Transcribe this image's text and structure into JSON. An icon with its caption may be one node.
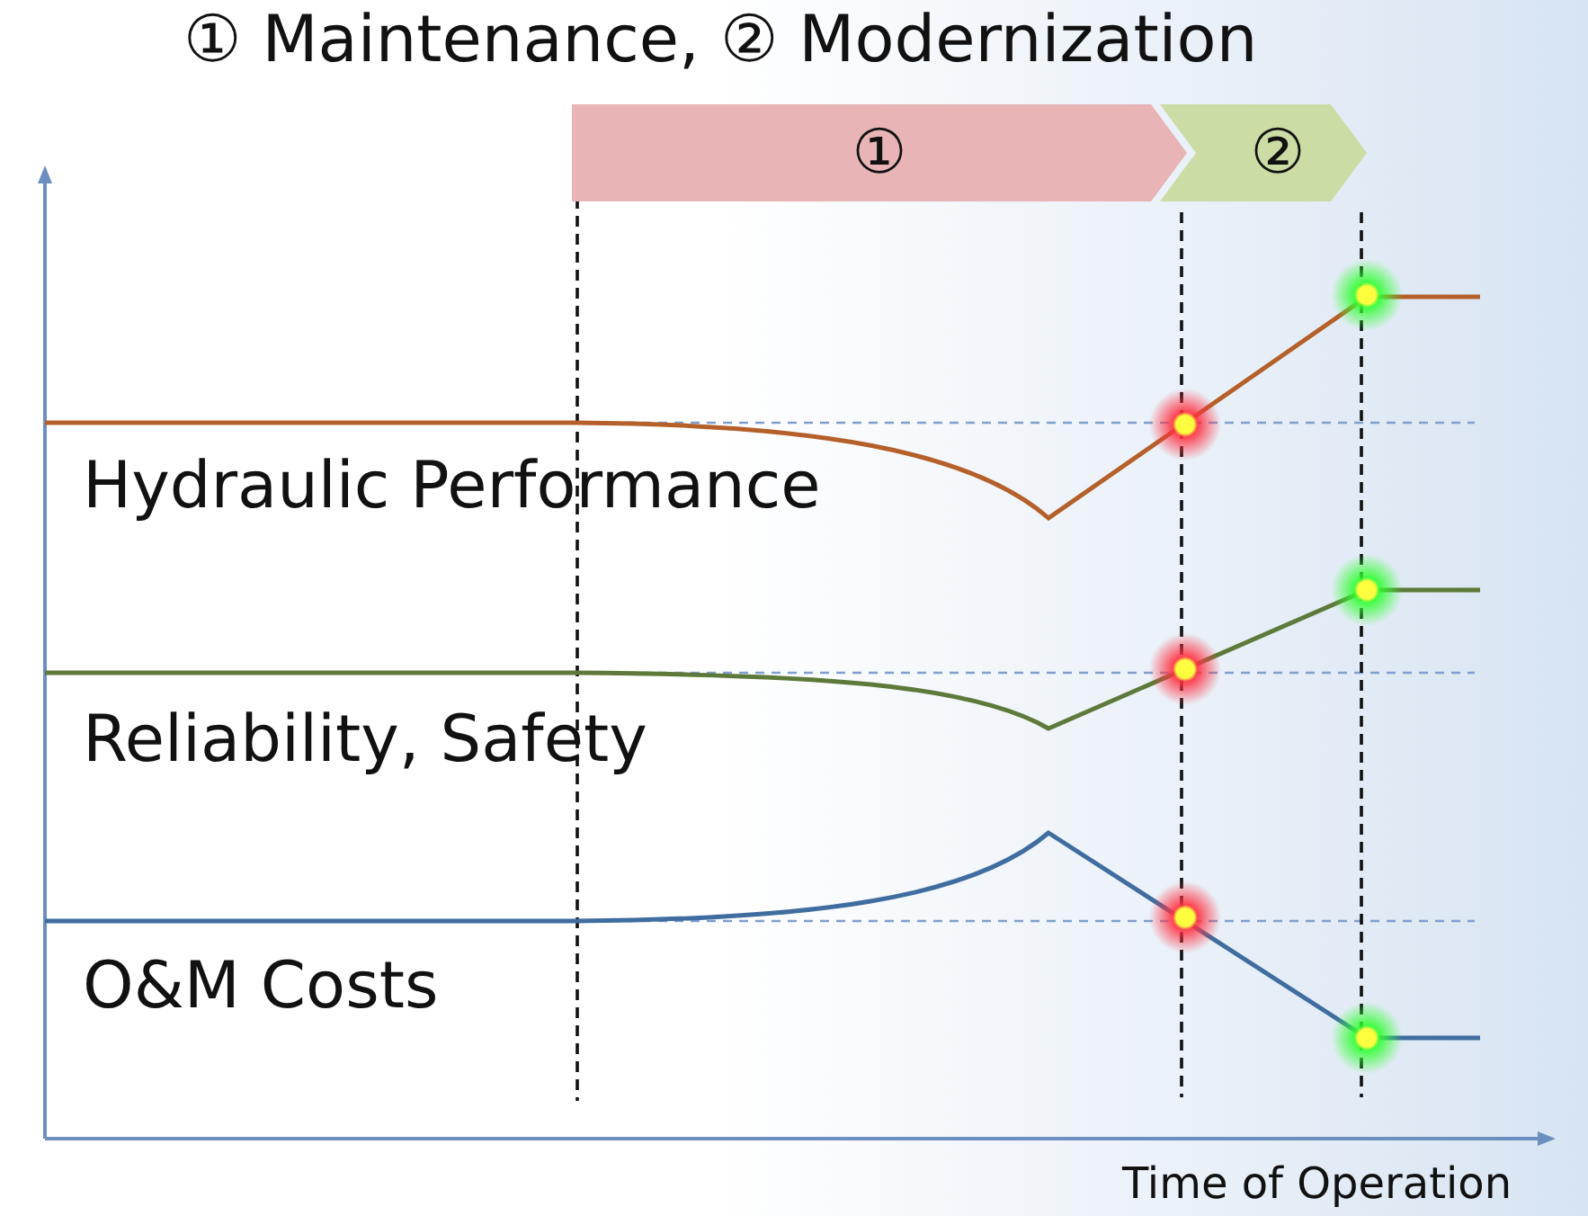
{
  "diagram": {
    "title": "① Maintenance, ② Modernization",
    "nodes": [
      {
        "text": [
          "①"
        ]
      },
      {
        "text": [
          "②"
        ]
      }
    ],
    "labels": [
      "Hydraulic Performance",
      "Reliability, Safety",
      "O&M Costs",
      "Time of Operation"
    ]
  }
}
